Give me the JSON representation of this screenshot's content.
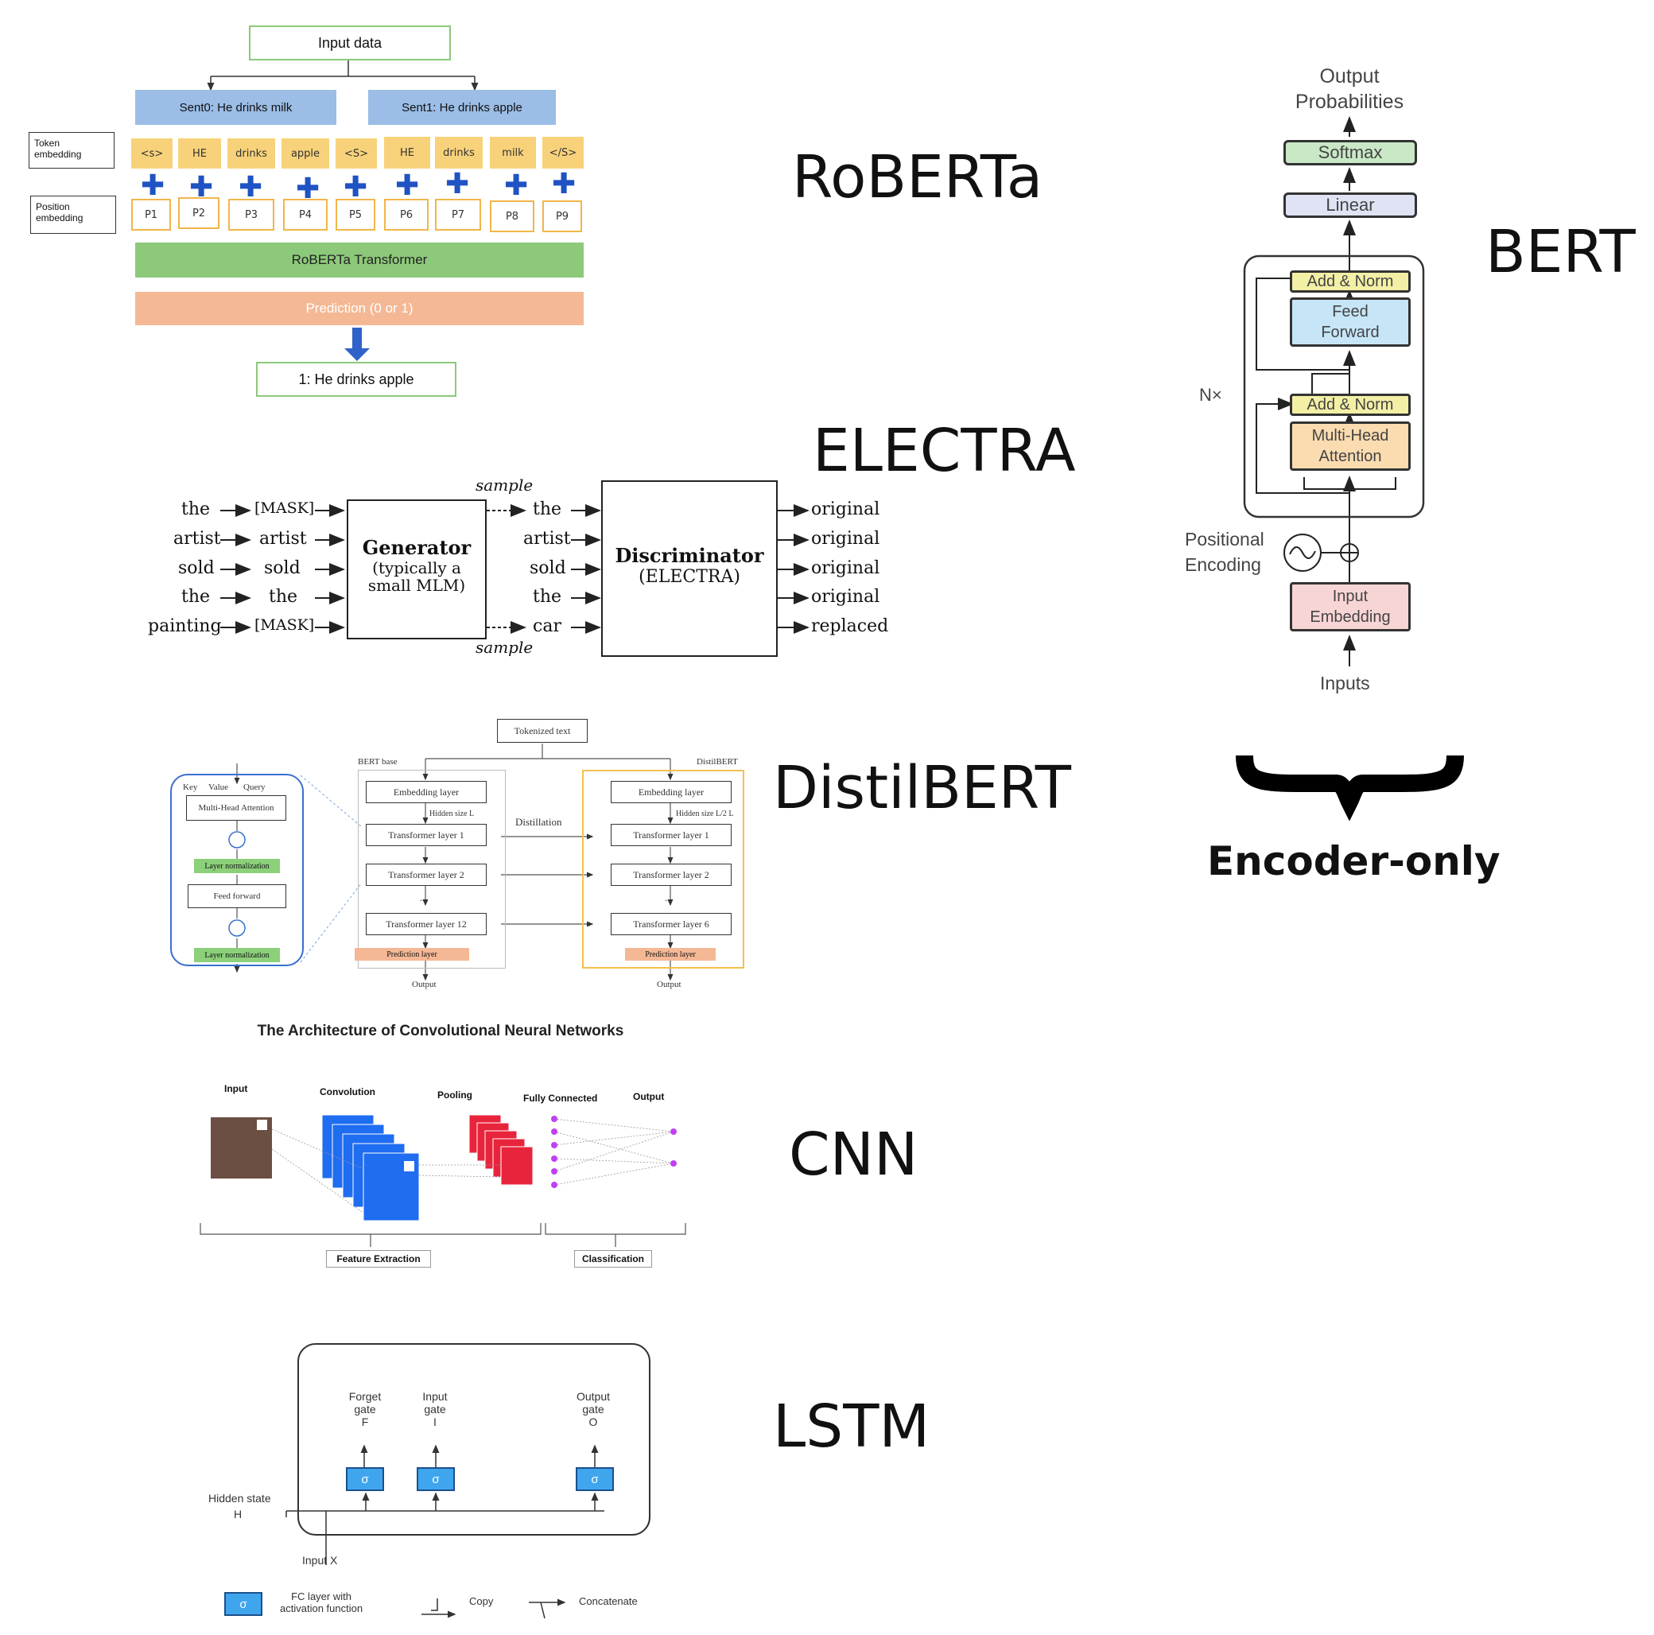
{
  "labels": {
    "roberta": "RoBERTa",
    "electra": "ELECTRA",
    "distilbert": "DistilBERT",
    "cnn": "CNN",
    "lstm": "LSTM",
    "bert": "BERT",
    "encoder_only": "Encoder-only"
  },
  "roberta_fig": {
    "input_data": "Input data",
    "sent0": "Sent0: He drinks milk",
    "sent1": "Sent1: He drinks apple",
    "token_embedding": "Token embedding",
    "position_embedding": "Position embedding",
    "tokens": [
      "<s>",
      "HE",
      "drinks",
      "apple",
      "<S>",
      "HE",
      "drinks",
      "milk",
      "</S>"
    ],
    "positions": [
      "P1",
      "P2",
      "P3",
      "P4",
      "P5",
      "P6",
      "P7",
      "P8",
      "P9"
    ],
    "transformer": "RoBERTa Transformer",
    "prediction": "Prediction (0 or 1)",
    "output": "1: He drinks apple"
  },
  "electra_fig": {
    "inputs": [
      "the",
      "artist",
      "sold",
      "the",
      "painting"
    ],
    "masked": [
      "[MASK]",
      "artist",
      "sold",
      "the",
      "[MASK]"
    ],
    "generator_title": "Generator",
    "generator_sub1": "(typically a",
    "generator_sub2": "small MLM)",
    "sample_top": "sample",
    "sample_bottom": "sample",
    "sampled": [
      "the",
      "artist",
      "sold",
      "the",
      "car"
    ],
    "discriminator_title": "Discriminator",
    "discriminator_sub": "(ELECTRA)",
    "outputs": [
      "original",
      "original",
      "original",
      "original",
      "replaced"
    ]
  },
  "distil_fig": {
    "tokenized": "Tokenized text",
    "bert_base": "BERT base",
    "distilbert": "DistilBERT",
    "distillation": "Distillation",
    "kvq": [
      "Key",
      "Value",
      "Query"
    ],
    "mha": "Multi-Head Attention",
    "layer_norm1": "Layer normalization",
    "feed_forward": "Feed forward",
    "layer_norm2": "Layer normalization",
    "teacher_layers": [
      "Embedding layer",
      "Transformer layer 1",
      "Transformer layer 2",
      "...",
      "Transformer layer 12",
      "Prediction layer"
    ],
    "student_layers": [
      "Embedding layer",
      "Transformer layer 1",
      "Transformer layer 2",
      "...",
      "Transformer layer 6",
      "Prediction layer"
    ],
    "hidden_left": "Hidden size L",
    "hidden_right": "Hidden size L/2 L",
    "output_left": "Output",
    "output_right": "Output"
  },
  "cnn_fig": {
    "title": "The Architecture of Convolutional Neural Networks",
    "input": "Input",
    "convolution": "Convolution",
    "pooling": "Pooling",
    "fully_connected": "Fully Connected",
    "output": "Output",
    "feature_extraction": "Feature Extraction",
    "classification": "Classification"
  },
  "lstm_fig": {
    "forget1": "Forget",
    "forget2": "gate",
    "forget3": "F",
    "input1": "Input",
    "input2": "gate",
    "input3": "I",
    "output1": "Output",
    "output2": "gate",
    "output3": "O",
    "sigma": "σ",
    "hidden1": "Hidden state",
    "hidden2": "H",
    "input_x": "Input X",
    "legend_fc1": "FC layer with",
    "legend_fc2": "activation function",
    "legend_copy": "Copy",
    "legend_concat": "Concatenate"
  },
  "bert_fig": {
    "output1": "Output",
    "output2": "Probabilities",
    "softmax": "Softmax",
    "linear": "Linear",
    "add_norm_top": "Add & Norm",
    "feed1": "Feed",
    "feed2": "Forward",
    "nx": "N×",
    "add_norm_bottom": "Add & Norm",
    "mha1": "Multi-Head",
    "mha2": "Attention",
    "pos1": "Positional",
    "pos2": "Encoding",
    "emb1": "Input",
    "emb2": "Embedding",
    "inputs": "Inputs"
  },
  "colors": {
    "green_box": "#8cc97a",
    "blue_box": "#9bbde6",
    "token": "#f8d27a",
    "transformer": "#8cc97a",
    "prediction": "#f5b895",
    "cnn_bg": "#eef5fc",
    "cnn_conv": "#1f6df0",
    "cnn_pool": "#e8243c",
    "cnn_input": "#6b4f43",
    "bert_softmax": "#c9e8c6",
    "bert_linear": "#dfe3f4",
    "bert_addnorm": "#f3f0a6",
    "bert_ff": "#c6e6f7",
    "bert_mha": "#fbdcb0",
    "bert_emb": "#f8d5d5"
  }
}
